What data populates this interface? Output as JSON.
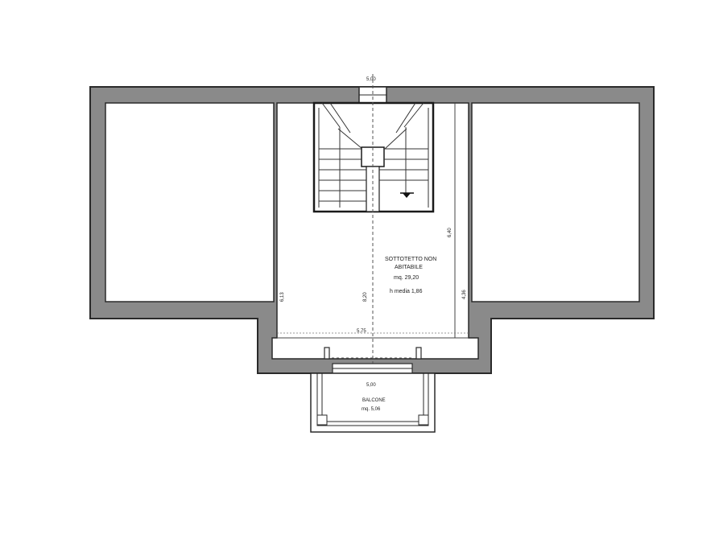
{
  "plan": {
    "room_main": {
      "name_line1": "SOTTOTETTO NON",
      "name_line2": "ABITABILE",
      "area": "mq. 29,20",
      "height": "h media 1,86"
    },
    "balcony": {
      "name": "BALCONE",
      "area": "mq. 5,06"
    },
    "dimensions": {
      "top_section": "5,00",
      "bottom_section": "5,00",
      "left_height": "6,13",
      "center_height": "8,20",
      "right_upper": "6,40",
      "right_lower": "4,36",
      "center_width": "5,75"
    },
    "colors": {
      "wall_fill": "#8a8a8a",
      "wall_stroke": "#2a2a2a",
      "floor": "#ffffff"
    }
  }
}
